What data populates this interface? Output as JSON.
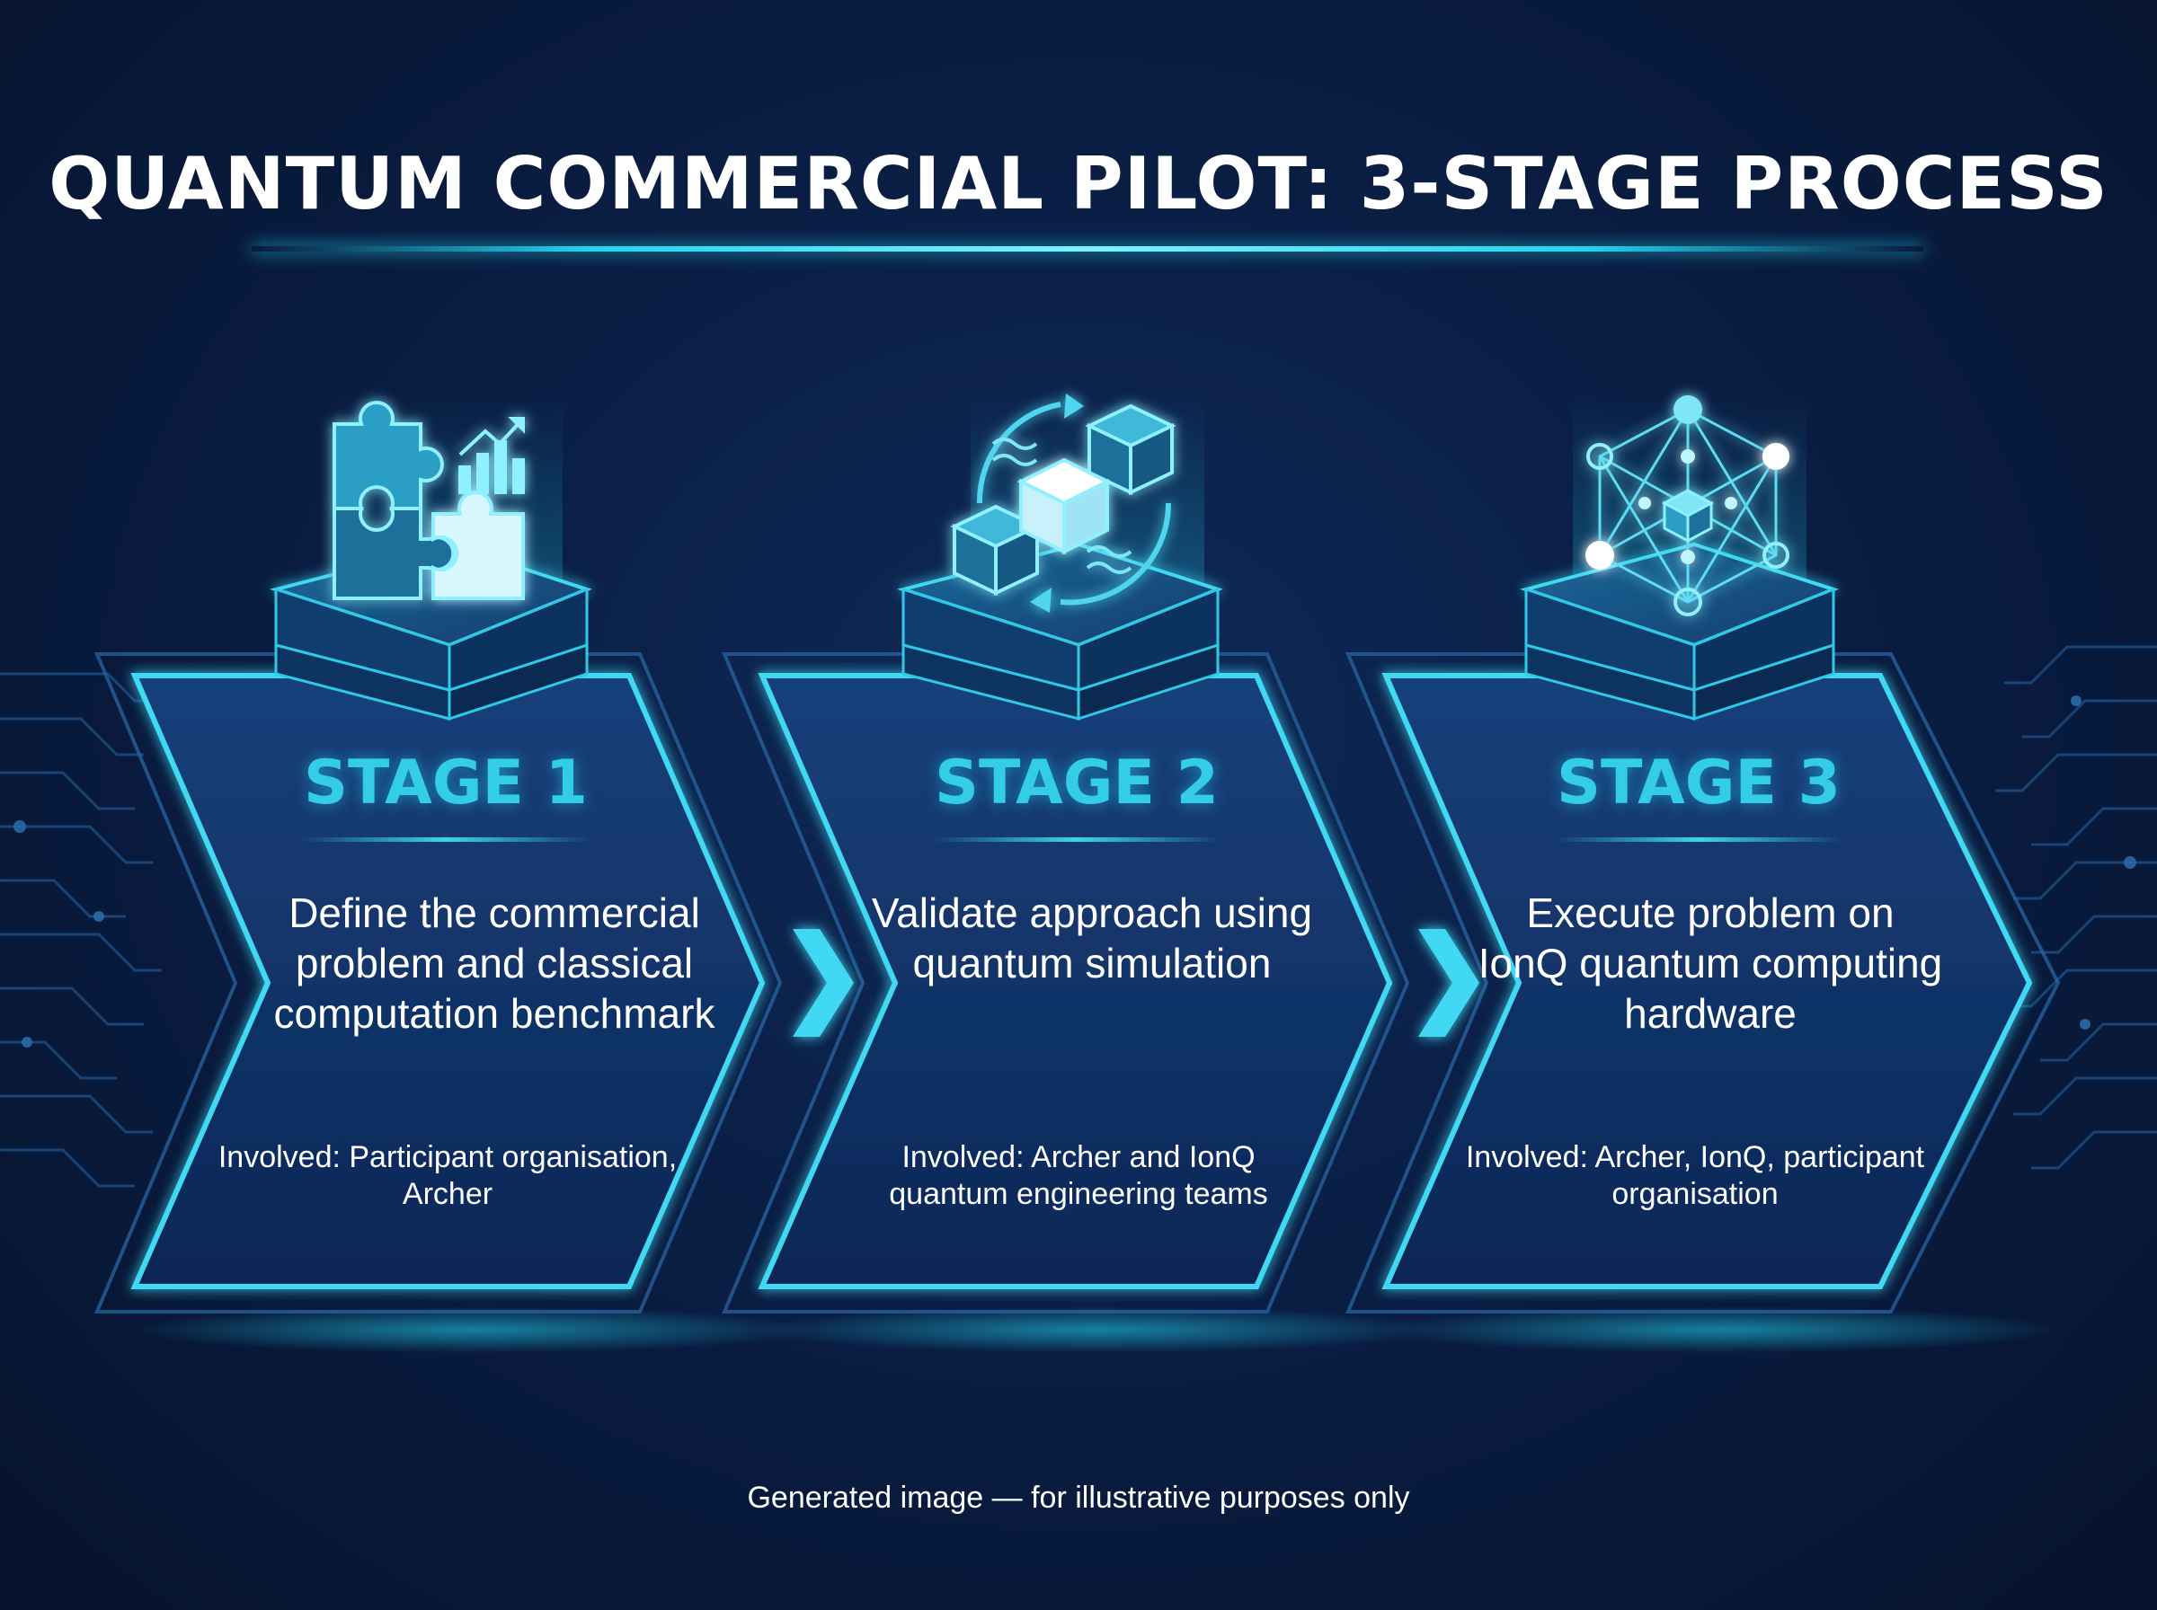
{
  "title": "QUANTUM COMMERCIAL PILOT: 3-STAGE PROCESS",
  "stages": [
    {
      "label": "STAGE 1",
      "description": "Define the commercial problem and classical computation benchmark",
      "involved": "Involved: Participant organisation, Archer",
      "icon": "puzzle-chart-icon"
    },
    {
      "label": "STAGE 2",
      "description": "Validate approach using quantum simulation",
      "involved": "Involved: Archer and IonQ quantum engineering teams",
      "icon": "cubes-cycle-icon"
    },
    {
      "label": "STAGE 3",
      "description": "Execute problem on IonQ quantum computing hardware",
      "involved": "Involved: Archer, IonQ, participant organisation",
      "icon": "quantum-lattice-icon"
    }
  ],
  "connector_icon": "double-chevron-right-icon",
  "footer": "Generated image — for illustrative purposes only",
  "colors": {
    "background": "#0a1e44",
    "accent": "#22d3ee",
    "stage_label": "#33cde8",
    "text": "#ffffff"
  }
}
